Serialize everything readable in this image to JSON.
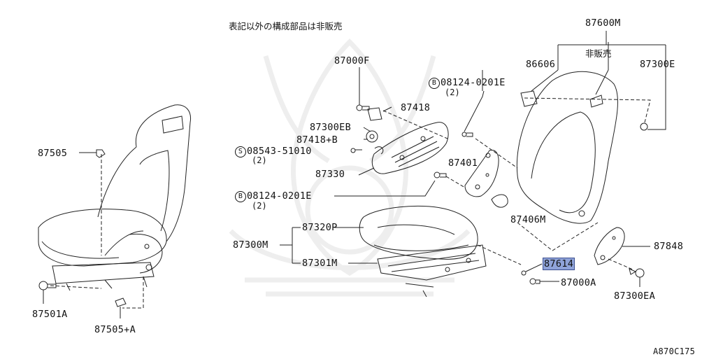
{
  "note": "表記以外の構成部品は非販売",
  "not_sold": "非販売",
  "figure_id": "A870C175",
  "parts": {
    "p87600M": "87600M",
    "p86606": "86606",
    "p87300E": "87300E",
    "p87000F": "87000F",
    "p87418": "87418",
    "p87300EB": "87300EB",
    "p87418B": "87418+B",
    "p87330": "87330",
    "p87401": "87401",
    "p87406M": "87406M",
    "p87505": "87505",
    "p87501A": "87501A",
    "p87505A": "87505+A",
    "p87320P": "87320P",
    "p87300M": "87300M",
    "p87301M": "87301M",
    "p87614": "87614",
    "p87000A": "87000A",
    "p87848": "87848",
    "p87300EA": "87300EA"
  },
  "fasteners": {
    "bolt_top": {
      "symbol": "B",
      "code": "08124-0201E",
      "qty": "(2)"
    },
    "bolt_mid": {
      "symbol": "B",
      "code": "08124-0201E",
      "qty": "(2)"
    },
    "screw": {
      "symbol": "S",
      "code": "08543-51010",
      "qty": "(2)"
    }
  },
  "highlight_color": "#8fa3d9"
}
